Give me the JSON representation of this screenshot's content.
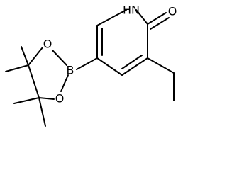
{
  "atoms": {
    "nh": "HN",
    "o": "O",
    "b": "B",
    "o_upper": "O",
    "o_lower": "O"
  },
  "colors": {
    "bond": "#000000",
    "background": "#ffffff"
  }
}
